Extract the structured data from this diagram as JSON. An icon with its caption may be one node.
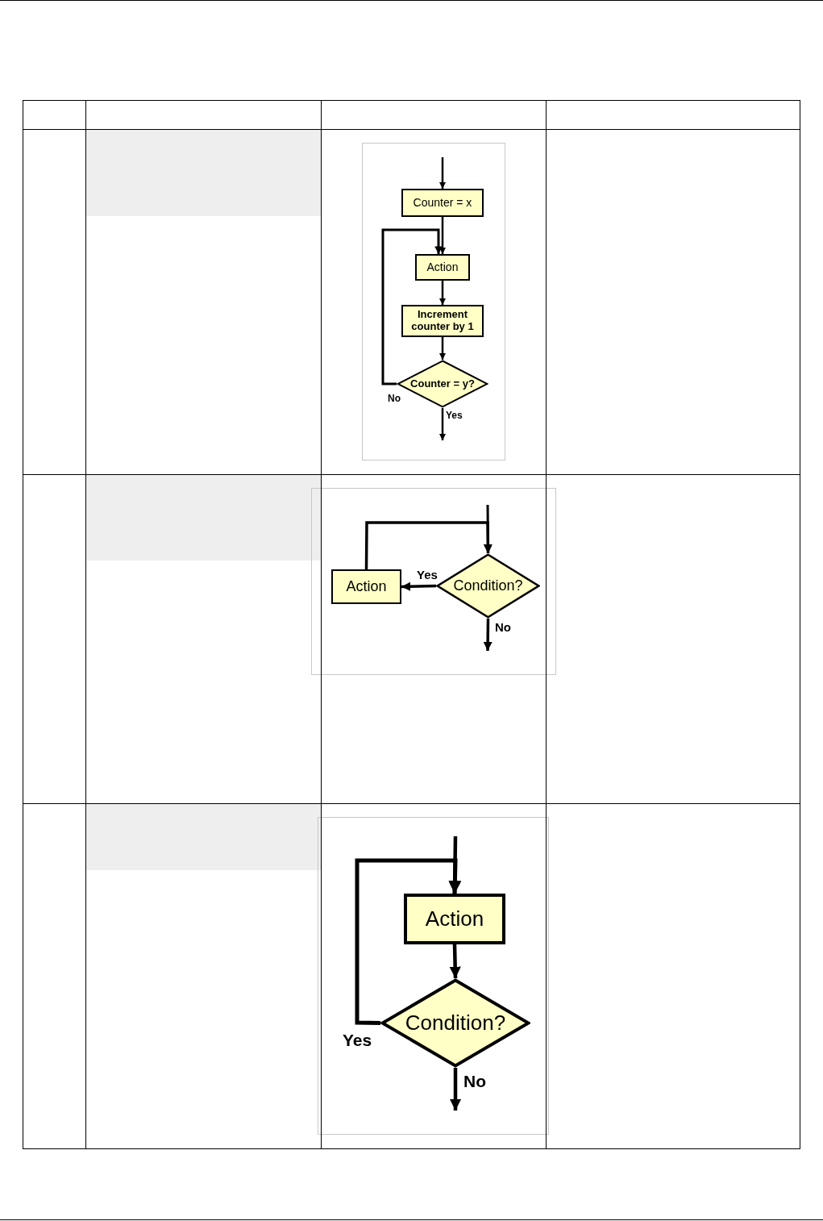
{
  "diagram": {
    "nodes": [
      {
        "text": [
          "Counter = x"
        ]
      },
      {
        "text": [
          "Action"
        ]
      },
      {
        "text": [
          "Increment counter by 1"
        ]
      },
      {
        "text": [
          "Counter = y?"
        ]
      },
      {
        "text": [
          "Condition?"
        ]
      },
      {
        "text": [
          "Action"
        ]
      },
      {
        "text": [
          "Action"
        ]
      },
      {
        "text": [
          "Condition?"
        ]
      }
    ],
    "edges": [
      {
        "from": null,
        "to": 0,
        "arrow": "to"
      },
      {
        "from": 0,
        "to": 1,
        "arrow": "to"
      },
      {
        "from": 1,
        "to": 2,
        "arrow": "to"
      },
      {
        "from": 2,
        "to": 3,
        "arrow": "to"
      },
      {
        "from": 3,
        "to": 1,
        "arrow": "to",
        "label": "No"
      },
      {
        "from": 3,
        "to": null,
        "arrow": "to",
        "label": "Yes"
      },
      {
        "from": null,
        "to": 4,
        "arrow": "to"
      },
      {
        "from": 4,
        "to": 5,
        "arrow": "to",
        "label": "Yes"
      },
      {
        "from": 5,
        "to": 4,
        "arrow": "to"
      },
      {
        "from": 4,
        "to": null,
        "arrow": "to",
        "label": "No"
      },
      {
        "from": null,
        "to": 6,
        "arrow": "to"
      },
      {
        "from": 6,
        "to": 7,
        "arrow": "to"
      },
      {
        "from": 7,
        "to": 6,
        "arrow": "to",
        "label": "Yes"
      },
      {
        "from": 7,
        "to": null,
        "arrow": "to",
        "label": "No"
      }
    ]
  }
}
